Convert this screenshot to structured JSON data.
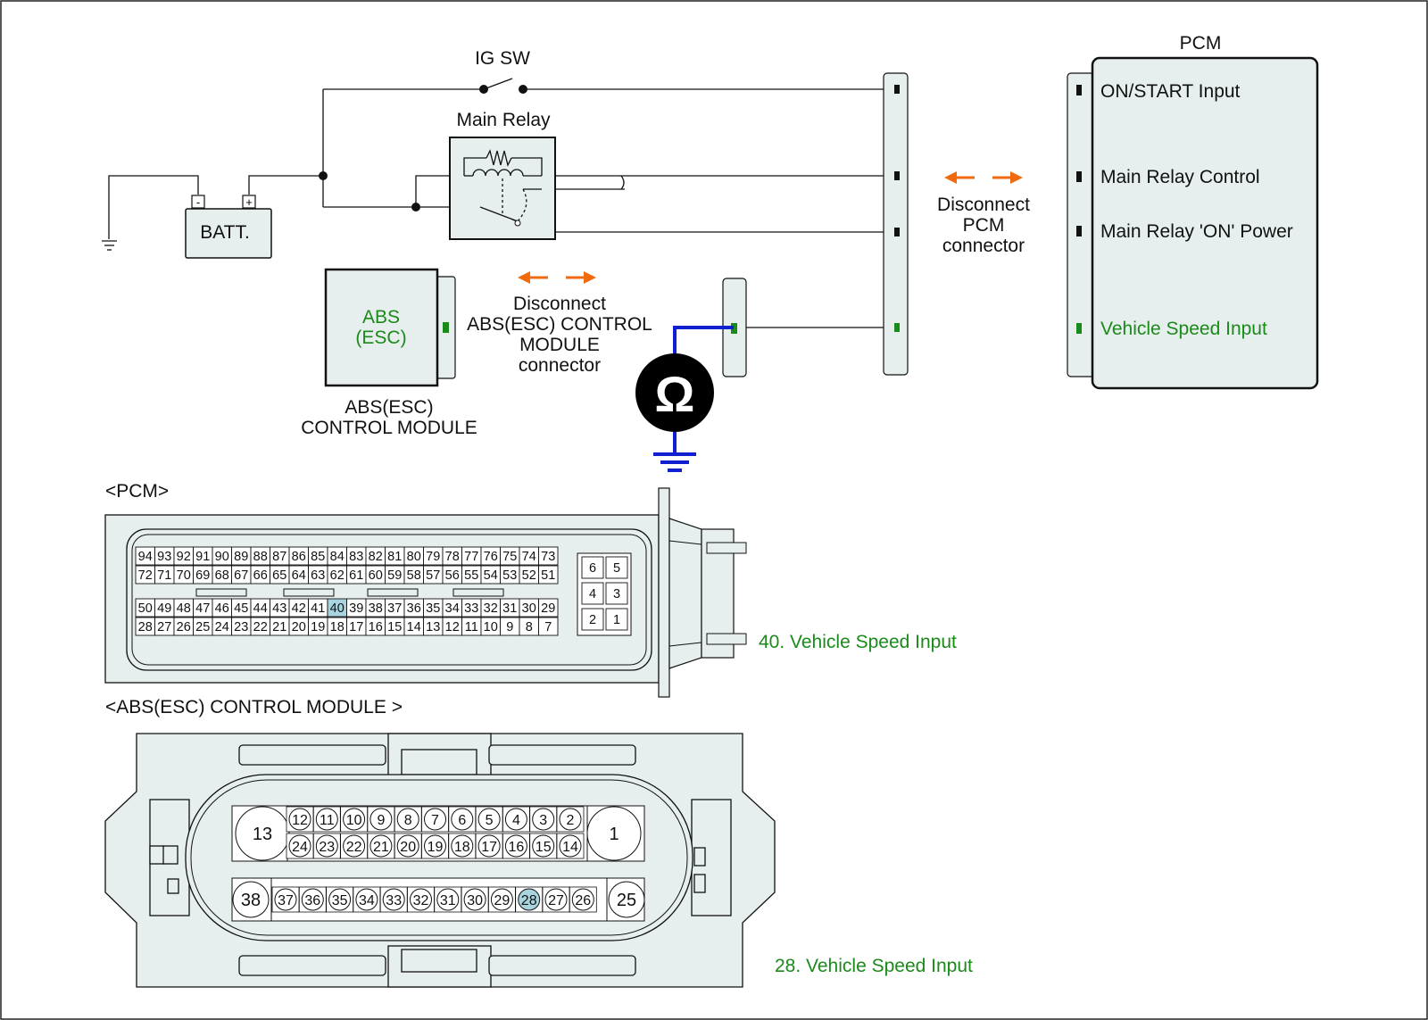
{
  "diagram": {
    "ig_sw": "IG SW",
    "main_relay": "Main Relay",
    "batt": "BATT.",
    "batt_neg": "-",
    "batt_pos": "+",
    "pcm_title": "PCM",
    "pcm_inputs": [
      "ON/START Input",
      "Main Relay Control",
      "Main Relay 'ON' Power",
      "Vehicle Speed Input"
    ],
    "disconnect_pcm": [
      "Disconnect",
      "PCM",
      "connector"
    ],
    "abs_box": [
      "ABS",
      "(ESC)"
    ],
    "abs_module_label": [
      "ABS(ESC)",
      "CONTROL MODULE"
    ],
    "disconnect_abs": [
      "Disconnect",
      "ABS(ESC) CONTROL",
      "MODULE",
      "connector"
    ],
    "ohm_symbol": "Ω"
  },
  "pcm_connector": {
    "title": "<PCM>",
    "row1": [
      "94",
      "93",
      "92",
      "91",
      "90",
      "89",
      "88",
      "87",
      "86",
      "85",
      "84",
      "83",
      "82",
      "81",
      "80",
      "79",
      "78",
      "77",
      "76",
      "75",
      "74",
      "73"
    ],
    "row2": [
      "72",
      "71",
      "70",
      "69",
      "68",
      "67",
      "66",
      "65",
      "64",
      "63",
      "62",
      "61",
      "60",
      "59",
      "58",
      "57",
      "56",
      "55",
      "54",
      "53",
      "52",
      "51"
    ],
    "row3": [
      "50",
      "49",
      "48",
      "47",
      "46",
      "45",
      "44",
      "43",
      "42",
      "41",
      "40",
      "39",
      "38",
      "37",
      "36",
      "35",
      "34",
      "33",
      "32",
      "31",
      "30",
      "29"
    ],
    "row4": [
      "28",
      "27",
      "26",
      "25",
      "24",
      "23",
      "22",
      "21",
      "20",
      "19",
      "18",
      "17",
      "16",
      "15",
      "14",
      "13",
      "12",
      "11",
      "10",
      "9",
      "8",
      "7"
    ],
    "small": [
      [
        "6",
        "5"
      ],
      [
        "4",
        "3"
      ],
      [
        "2",
        "1"
      ]
    ],
    "highlight_pin": "40",
    "note": "40. Vehicle Speed Input"
  },
  "abs_connector": {
    "title": "<ABS(ESC) CONTROL MODULE >",
    "big_pins": [
      "13",
      "1",
      "38",
      "25"
    ],
    "row1": [
      "12",
      "11",
      "10",
      "9",
      "8",
      "7",
      "6",
      "5",
      "4",
      "3",
      "2"
    ],
    "row2": [
      "24",
      "23",
      "22",
      "21",
      "20",
      "19",
      "18",
      "17",
      "16",
      "15",
      "14"
    ],
    "row3": [
      "37",
      "36",
      "35",
      "34",
      "33",
      "32",
      "31",
      "30",
      "29",
      "28",
      "27",
      "26"
    ],
    "highlight_pin": "28",
    "note": "28. Vehicle Speed Input"
  },
  "colors": {
    "accent_green": "#1a8a1a",
    "arrow_orange": "#f06a10",
    "probe_blue": "#1020d0",
    "highlight_pin": "#a8d4e0",
    "component_fill": "#e6eeee"
  }
}
